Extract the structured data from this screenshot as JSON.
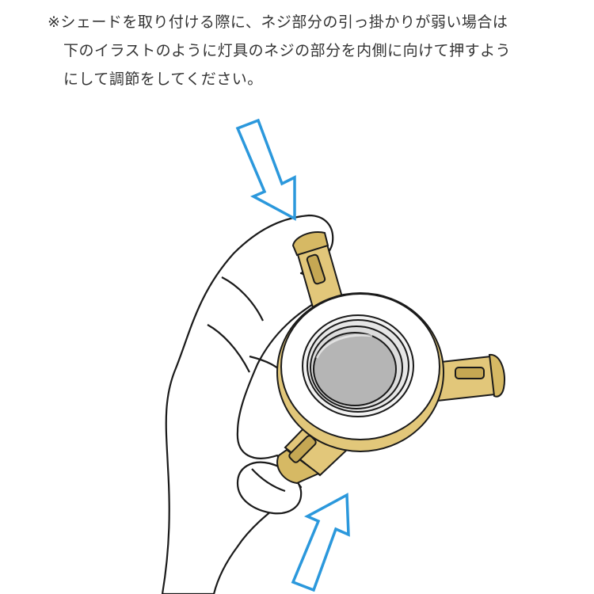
{
  "instruction": {
    "lines": [
      "※シェードを取り付ける際に、ネジ部分の引っ掛かりが弱い場合は",
      "下のイラストのように灯具のネジの部分を内側に向けて押すよう",
      "にして調節をしてください。"
    ]
  },
  "illustration": {
    "colors": {
      "arrow": "#2b98dc",
      "brass": "#e2c77a",
      "brass_dark": "#c5a753",
      "lens": "#b5b5b5",
      "ring": "#ffffff",
      "outline": "#1a1a1a"
    },
    "icons": [
      "hand-icon",
      "lamp-socket-icon",
      "push-arrow-icon"
    ]
  }
}
